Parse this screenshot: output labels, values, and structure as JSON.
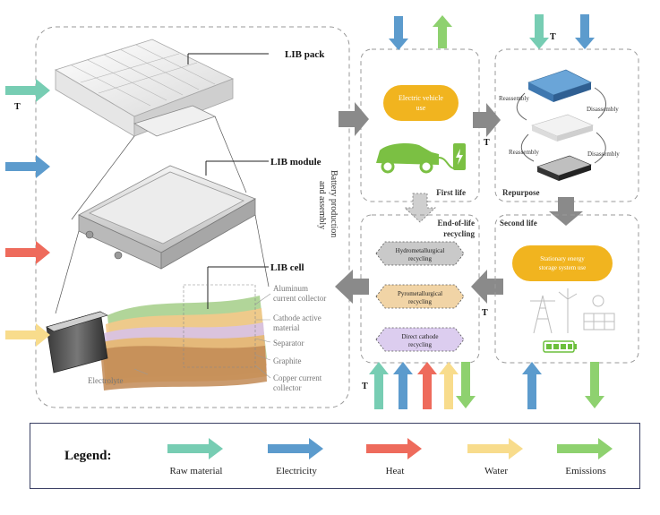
{
  "colors": {
    "raw_material": "#77cdb3",
    "electricity": "#5c9bcd",
    "heat": "#ee6b5c",
    "water": "#f8dc8c",
    "emissions": "#8ed16f",
    "process_arrow": "#8a8a8a",
    "oval_fill": "#f1b41f",
    "hydro_fill": "#c9c9c9",
    "pyro_fill": "#f1d4a6",
    "direct_fill": "#dccdef"
  },
  "battery": {
    "pack_label": "LIB pack",
    "module_label": "LIB module",
    "cell_label": "LIB cell",
    "process_label": "Battery production and assembly",
    "layers": [
      "Aluminum current collector",
      "Cathode active material",
      "Separator",
      "Graphite",
      "Copper current collector"
    ],
    "electrolyte": "Electrolyte",
    "t_marker": "T"
  },
  "first_life": {
    "oval_label": "Electric vehicle use",
    "caption": "First life"
  },
  "repurpose": {
    "caption": "Repurpose",
    "reassembly_1": "Reassembly",
    "disassembly_1": "Disassembly",
    "reassembly_2": "Reassembly",
    "disassembly_2": "Disassembly",
    "t_marker": "T"
  },
  "recycling": {
    "title": "End-of-life recycling",
    "options": [
      "Hydrometallurgical recycling",
      "Pyrometallurgical recycling",
      "Direct cathode recycling"
    ],
    "t_marker": "T"
  },
  "second_life": {
    "caption": "Second life",
    "oval_label": "Stationary energy storage system use",
    "t_marker": "T",
    "t_marker_top": "T"
  },
  "legend": {
    "title": "Legend:",
    "items": [
      {
        "label": "Raw material",
        "color": "#77cdb3",
        "icon": "right-arrow-icon"
      },
      {
        "label": "Electricity",
        "color": "#5c9bcd",
        "icon": "right-arrow-icon"
      },
      {
        "label": "Heat",
        "color": "#ee6b5c",
        "icon": "right-arrow-icon"
      },
      {
        "label": "Water",
        "color": "#f8dc8c",
        "icon": "right-arrow-icon"
      },
      {
        "label": "Emissions",
        "color": "#8ed16f",
        "icon": "right-arrow-icon"
      }
    ]
  }
}
